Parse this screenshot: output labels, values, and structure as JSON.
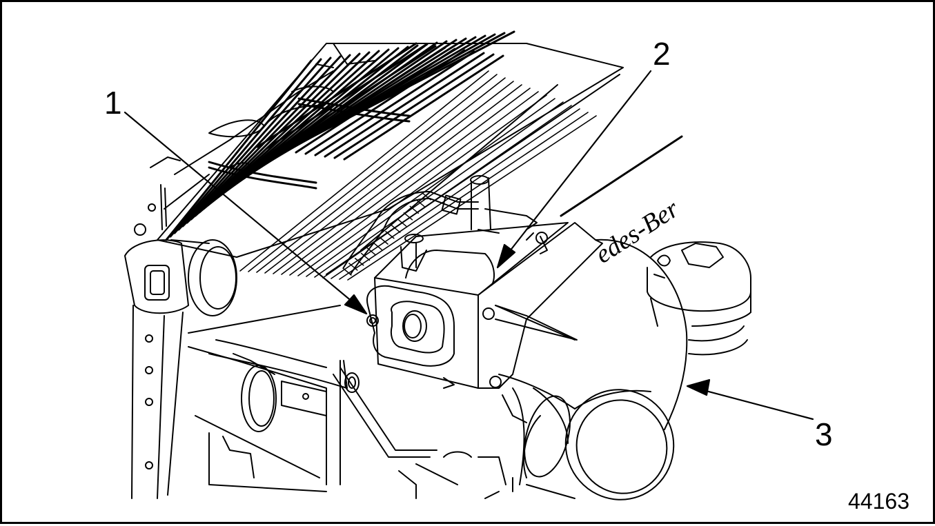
{
  "figure": {
    "callouts": [
      {
        "id": "1",
        "label": "1"
      },
      {
        "id": "2",
        "label": "2"
      },
      {
        "id": "3",
        "label": "3"
      }
    ],
    "figure_number": "44163",
    "engraved_text": "edes-Ber"
  },
  "colors": {
    "ink": "#000000",
    "paper": "#ffffff"
  }
}
